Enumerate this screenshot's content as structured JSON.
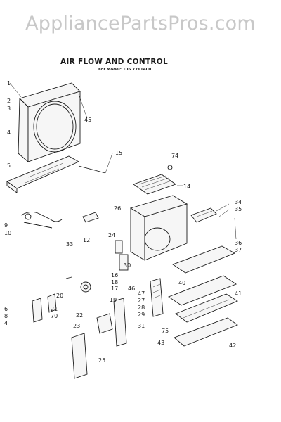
{
  "watermark": "AppliancePartsPros.com",
  "diagram": {
    "title": "AIR FLOW AND CONTROL",
    "model_label": "For Model: 106.7761400"
  },
  "callouts": [
    "1",
    "2",
    "3",
    "4",
    "5",
    "45",
    "15",
    "74",
    "14",
    "34",
    "35",
    "36",
    "37",
    "9",
    "10",
    "26",
    "24",
    "12",
    "33",
    "30",
    "16",
    "18",
    "17",
    "46",
    "19",
    "47",
    "27",
    "28",
    "29",
    "40",
    "41",
    "20",
    "6",
    "8",
    "4",
    "21",
    "70",
    "31",
    "22",
    "23",
    "25",
    "75",
    "43",
    "42"
  ],
  "colors": {
    "ink": "#1a1a1a",
    "watermark": "#c8c8c8",
    "background": "#ffffff"
  }
}
